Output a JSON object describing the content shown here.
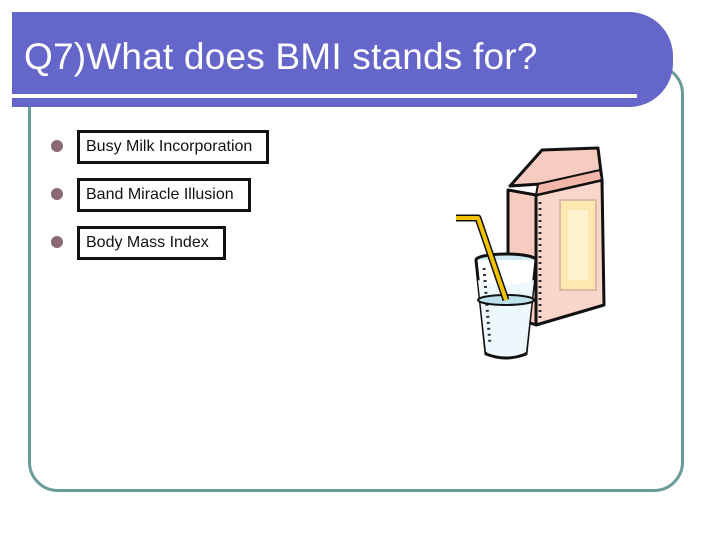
{
  "slide": {
    "title": "Q7)What does BMI stands for?",
    "options": [
      {
        "label": "Busy Milk Incorporation"
      },
      {
        "label": "Band Miracle Illusion"
      },
      {
        "label": "Body Mass Index"
      }
    ]
  },
  "colors": {
    "title_bar": "#6466c9",
    "frame_border": "#6b9a9a",
    "bullet": "#8c6a73",
    "milk_carton": "#f7cbbf",
    "straw": "#f2c200"
  },
  "icons": [
    "milk-carton-icon",
    "glass-of-milk-icon"
  ]
}
